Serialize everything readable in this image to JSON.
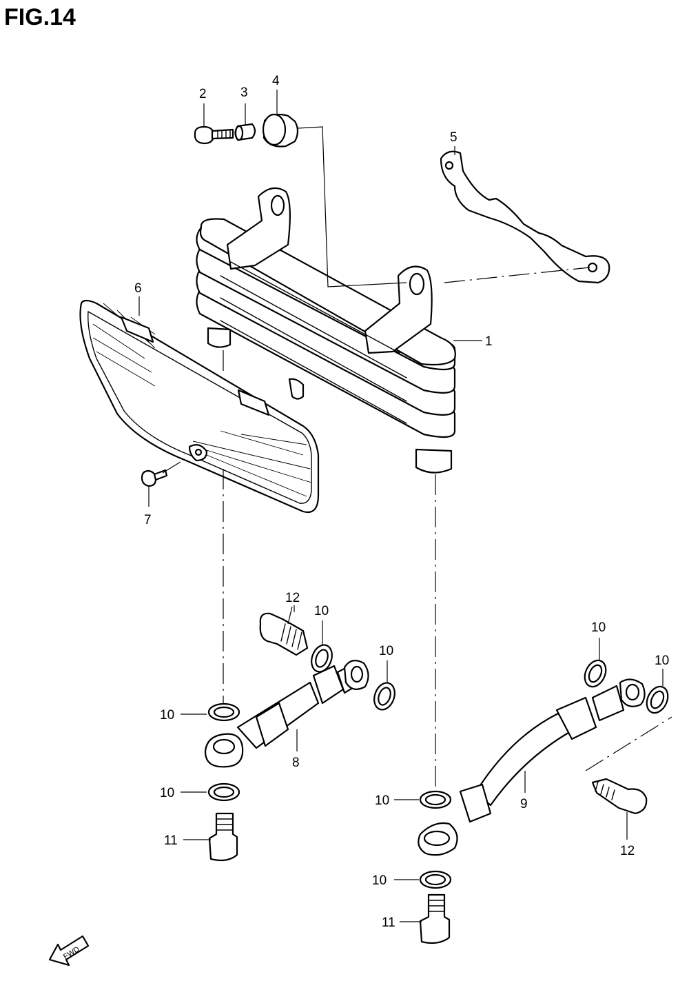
{
  "figure": {
    "title": "FIG.14"
  },
  "callouts": {
    "p1": "1",
    "p2": "2",
    "p3": "3",
    "p4": "4",
    "p5": "5",
    "p6": "6",
    "p7": "7",
    "p8": "8",
    "p9": "9",
    "p10a": "10",
    "p10b": "10",
    "p10c": "10",
    "p10d": "10",
    "p10e": "10",
    "p10f": "10",
    "p10g": "10",
    "p10h": "10",
    "p11a": "11",
    "p11b": "11",
    "p12a": "12",
    "p12b": "12"
  },
  "direction_badge": {
    "text": "FWD"
  }
}
